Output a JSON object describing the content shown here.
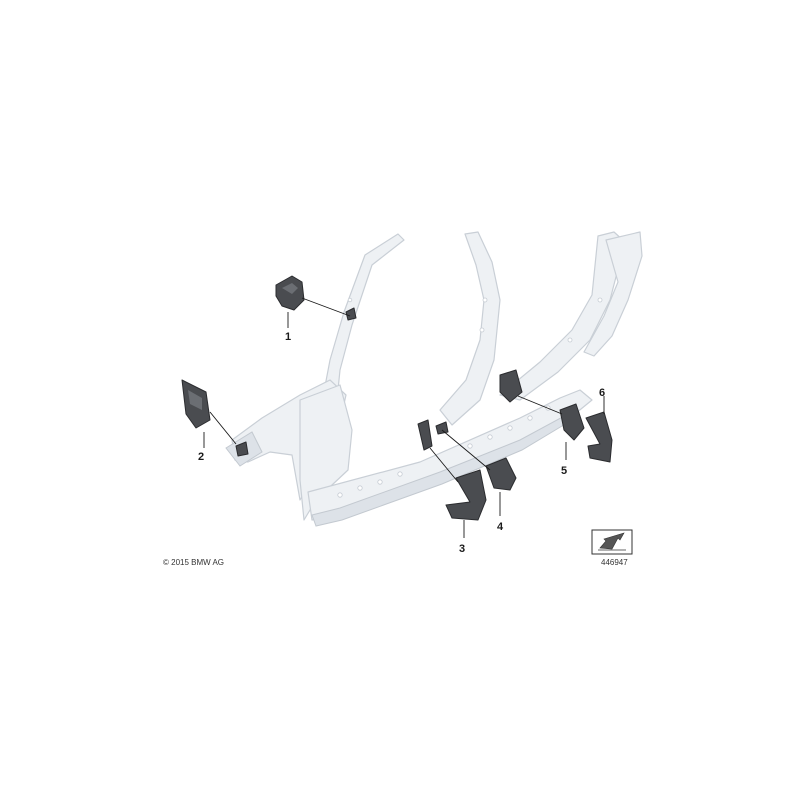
{
  "callouts": [
    "1",
    "2",
    "3",
    "4",
    "5",
    "6"
  ],
  "copyright": "© 2015 BMW AG",
  "diagram_number": "446947",
  "colors": {
    "frame": "#eef1f4",
    "part": "#4a4c50",
    "text": "#1a1a1a"
  },
  "icons": [
    "direction-arrow-icon"
  ]
}
